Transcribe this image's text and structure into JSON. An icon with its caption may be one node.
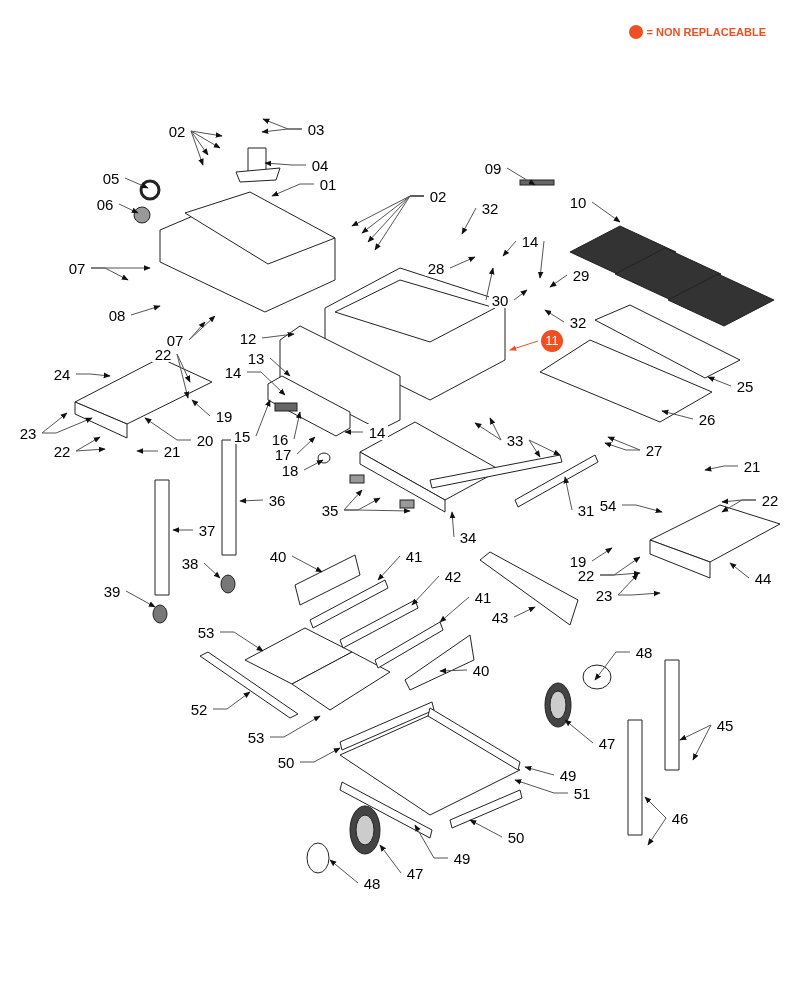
{
  "diagram": {
    "nodes": [
      {
        "text": [
          "02"
        ]
      },
      {
        "text": [
          "03"
        ]
      },
      {
        "text": [
          "04"
        ]
      },
      {
        "text": [
          "05"
        ]
      },
      {
        "text": [
          "06"
        ]
      },
      {
        "text": [
          "01"
        ]
      },
      {
        "text": [
          "02"
        ]
      },
      {
        "text": [
          "09"
        ]
      },
      {
        "text": [
          "10"
        ]
      },
      {
        "text": [
          "32"
        ]
      },
      {
        "text": [
          "07"
        ]
      },
      {
        "text": [
          "14"
        ]
      },
      {
        "text": [
          "28"
        ]
      },
      {
        "text": [
          "29"
        ]
      },
      {
        "text": [
          "30"
        ]
      },
      {
        "text": [
          "08"
        ]
      },
      {
        "text": [
          "32"
        ]
      },
      {
        "text": [
          "07"
        ]
      },
      {
        "text": [
          "11"
        ]
      },
      {
        "text": [
          "12"
        ]
      },
      {
        "text": [
          "13"
        ]
      },
      {
        "text": [
          "14"
        ]
      },
      {
        "text": [
          "22"
        ]
      },
      {
        "text": [
          "24"
        ]
      },
      {
        "text": [
          "25"
        ]
      },
      {
        "text": [
          "19"
        ]
      },
      {
        "text": [
          "15"
        ]
      },
      {
        "text": [
          "14"
        ]
      },
      {
        "text": [
          "16"
        ]
      },
      {
        "text": [
          "17"
        ]
      },
      {
        "text": [
          "20"
        ]
      },
      {
        "text": [
          "23"
        ]
      },
      {
        "text": [
          "26"
        ]
      },
      {
        "text": [
          "33"
        ]
      },
      {
        "text": [
          "22"
        ]
      },
      {
        "text": [
          "21"
        ]
      },
      {
        "text": [
          "27"
        ]
      },
      {
        "text": [
          "18"
        ]
      },
      {
        "text": [
          "21"
        ]
      },
      {
        "text": [
          "22"
        ]
      },
      {
        "text": [
          "31"
        ]
      },
      {
        "text": [
          "54"
        ]
      },
      {
        "text": [
          "36"
        ]
      },
      {
        "text": [
          "35"
        ]
      },
      {
        "text": [
          "34"
        ]
      },
      {
        "text": [
          "37"
        ]
      },
      {
        "text": [
          "19"
        ]
      },
      {
        "text": [
          "22"
        ]
      },
      {
        "text": [
          "38"
        ]
      },
      {
        "text": [
          "44"
        ]
      },
      {
        "text": [
          "40"
        ]
      },
      {
        "text": [
          "41"
        ]
      },
      {
        "text": [
          "42"
        ]
      },
      {
        "text": [
          "23"
        ]
      },
      {
        "text": [
          "39"
        ]
      },
      {
        "text": [
          "41"
        ]
      },
      {
        "text": [
          "43"
        ]
      },
      {
        "text": [
          "53"
        ]
      },
      {
        "text": [
          "48"
        ]
      },
      {
        "text": [
          "40"
        ]
      },
      {
        "text": [
          "52"
        ]
      },
      {
        "text": [
          "47"
        ]
      },
      {
        "text": [
          "45"
        ]
      },
      {
        "text": [
          "53"
        ]
      },
      {
        "text": [
          "50"
        ]
      },
      {
        "text": [
          "49"
        ]
      },
      {
        "text": [
          "51"
        ]
      },
      {
        "text": [
          "46"
        ]
      },
      {
        "text": [
          "50"
        ]
      },
      {
        "text": [
          "49"
        ]
      },
      {
        "text": [
          "48"
        ]
      },
      {
        "text": [
          "47"
        ]
      }
    ],
    "edges": [
      {
        "from": 0,
        "to": null,
        "arrow": "to"
      },
      {
        "from": 0,
        "to": null,
        "arrow": "to"
      },
      {
        "from": 0,
        "to": null,
        "arrow": "to"
      },
      {
        "from": 0,
        "to": null,
        "arrow": "to"
      },
      {
        "from": 1,
        "to": null,
        "arrow": "to"
      },
      {
        "from": 1,
        "to": null,
        "arrow": "to"
      },
      {
        "from": 2,
        "to": null,
        "arrow": "to"
      },
      {
        "from": 3,
        "to": null,
        "arrow": "to"
      },
      {
        "from": 4,
        "to": null,
        "arrow": "to"
      },
      {
        "from": 5,
        "to": null,
        "arrow": "to"
      },
      {
        "from": 6,
        "to": null,
        "arrow": "to"
      },
      {
        "from": 6,
        "to": null,
        "arrow": "to"
      },
      {
        "from": 6,
        "to": null,
        "arrow": "to"
      },
      {
        "from": 6,
        "to": null,
        "arrow": "to"
      },
      {
        "from": 7,
        "to": null,
        "arrow": "to"
      },
      {
        "from": 8,
        "to": null,
        "arrow": "to"
      },
      {
        "from": 9,
        "to": null,
        "arrow": "to"
      },
      {
        "from": 10,
        "to": null,
        "arrow": "to"
      },
      {
        "from": 10,
        "to": null,
        "arrow": "to"
      },
      {
        "from": 11,
        "to": null,
        "arrow": "to"
      },
      {
        "from": 11,
        "to": null,
        "arrow": "to"
      },
      {
        "from": 12,
        "to": null,
        "arrow": "to"
      },
      {
        "from": 13,
        "to": null,
        "arrow": "to"
      },
      {
        "from": 14,
        "to": null,
        "arrow": "to"
      },
      {
        "from": 14,
        "to": null,
        "arrow": "to"
      },
      {
        "from": 15,
        "to": null,
        "arrow": "to"
      },
      {
        "from": 16,
        "to": null,
        "arrow": "to"
      },
      {
        "from": 17,
        "to": null,
        "arrow": "to"
      },
      {
        "from": 17,
        "to": null,
        "arrow": "to"
      },
      {
        "from": 18,
        "to": null,
        "arrow": "to",
        "color": "#f04e23"
      },
      {
        "from": 19,
        "to": null,
        "arrow": "to"
      },
      {
        "from": 20,
        "to": null,
        "arrow": "to"
      },
      {
        "from": 21,
        "to": null,
        "arrow": "to"
      },
      {
        "from": 22,
        "to": null,
        "arrow": "to"
      },
      {
        "from": 22,
        "to": null,
        "arrow": "to"
      },
      {
        "from": 23,
        "to": null,
        "arrow": "to"
      },
      {
        "from": 24,
        "to": null,
        "arrow": "to"
      },
      {
        "from": 25,
        "to": null,
        "arrow": "to"
      },
      {
        "from": 26,
        "to": null,
        "arrow": "to"
      },
      {
        "from": 27,
        "to": null,
        "arrow": "to"
      },
      {
        "from": 28,
        "to": null,
        "arrow": "to"
      },
      {
        "from": 29,
        "to": null,
        "arrow": "to"
      },
      {
        "from": 30,
        "to": null,
        "arrow": "to"
      },
      {
        "from": 31,
        "to": null,
        "arrow": "to"
      },
      {
        "from": 31,
        "to": null,
        "arrow": "to"
      },
      {
        "from": 32,
        "to": null,
        "arrow": "to"
      },
      {
        "from": 33,
        "to": null,
        "arrow": "to"
      },
      {
        "from": 33,
        "to": null,
        "arrow": "to"
      },
      {
        "from": 33,
        "to": null,
        "arrow": "to"
      },
      {
        "from": 33,
        "to": null,
        "arrow": "to"
      },
      {
        "from": 34,
        "to": null,
        "arrow": "to"
      },
      {
        "from": 34,
        "to": null,
        "arrow": "to"
      },
      {
        "from": 35,
        "to": null,
        "arrow": "to"
      },
      {
        "from": 36,
        "to": null,
        "arrow": "to"
      },
      {
        "from": 36,
        "to": null,
        "arrow": "to"
      },
      {
        "from": 37,
        "to": null,
        "arrow": "to"
      },
      {
        "from": 38,
        "to": null,
        "arrow": "to"
      },
      {
        "from": 39,
        "to": null,
        "arrow": "to"
      },
      {
        "from": 39,
        "to": null,
        "arrow": "to"
      },
      {
        "from": 40,
        "to": null,
        "arrow": "to"
      },
      {
        "from": 41,
        "to": null,
        "arrow": "to"
      },
      {
        "from": 42,
        "to": null,
        "arrow": "to"
      },
      {
        "from": 43,
        "to": null,
        "arrow": "to"
      },
      {
        "from": 43,
        "to": null,
        "arrow": "to"
      },
      {
        "from": 43,
        "to": null,
        "arrow": "to"
      },
      {
        "from": 44,
        "to": null,
        "arrow": "to"
      },
      {
        "from": 45,
        "to": null,
        "arrow": "to"
      },
      {
        "from": 46,
        "to": null,
        "arrow": "to"
      },
      {
        "from": 47,
        "to": null,
        "arrow": "to"
      },
      {
        "from": 47,
        "to": null,
        "arrow": "to"
      },
      {
        "from": 48,
        "to": null,
        "arrow": "to"
      },
      {
        "from": 49,
        "to": null,
        "arrow": "to"
      },
      {
        "from": 50,
        "to": null,
        "arrow": "to"
      },
      {
        "from": 51,
        "to": null,
        "arrow": "to"
      },
      {
        "from": 52,
        "to": null,
        "arrow": "to"
      },
      {
        "from": 53,
        "to": null,
        "arrow": "to"
      },
      {
        "from": 53,
        "to": null,
        "arrow": "to"
      },
      {
        "from": 54,
        "to": null,
        "arrow": "to"
      },
      {
        "from": 55,
        "to": null,
        "arrow": "to"
      },
      {
        "from": 56,
        "to": null,
        "arrow": "to"
      },
      {
        "from": 57,
        "to": null,
        "arrow": "to"
      },
      {
        "from": 58,
        "to": null,
        "arrow": "to"
      },
      {
        "from": 59,
        "to": null,
        "arrow": "to"
      },
      {
        "from": 60,
        "to": null,
        "arrow": "to"
      },
      {
        "from": 61,
        "to": null,
        "arrow": "to"
      },
      {
        "from": 62,
        "to": null,
        "arrow": "to"
      },
      {
        "from": 62,
        "to": null,
        "arrow": "to"
      },
      {
        "from": 63,
        "to": null,
        "arrow": "to"
      },
      {
        "from": 64,
        "to": null,
        "arrow": "to"
      },
      {
        "from": 65,
        "to": null,
        "arrow": "to"
      },
      {
        "from": 66,
        "to": null,
        "arrow": "to"
      },
      {
        "from": 67,
        "to": null,
        "arrow": "to"
      },
      {
        "from": 67,
        "to": null,
        "arrow": "to"
      },
      {
        "from": 68,
        "to": null,
        "arrow": "to"
      },
      {
        "from": 69,
        "to": null,
        "arrow": "to"
      },
      {
        "from": 70,
        "to": null,
        "arrow": "to"
      },
      {
        "from": 71,
        "to": null,
        "arrow": "to"
      }
    ],
    "legend": [
      {
        "text": "= NON REPLACEABLE",
        "color": "#f04e23"
      }
    ]
  }
}
